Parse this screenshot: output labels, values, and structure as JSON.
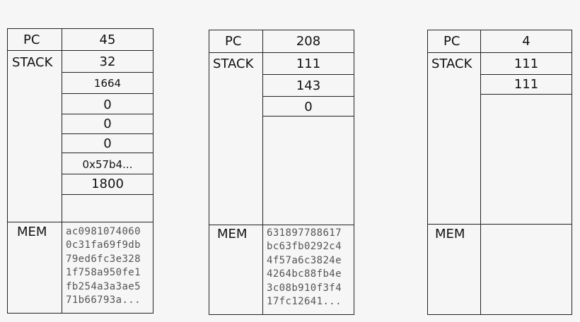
{
  "labels": {
    "pc": "PC",
    "stack": "STACK",
    "mem": "MEM"
  },
  "machines": [
    {
      "pc": "45",
      "stack": [
        "32",
        "1664",
        "0",
        "0",
        "0",
        "0x57b4...",
        "1800"
      ],
      "mem": [
        "ac0981074060",
        "0c31fa69f9db",
        "79ed6fc3e328",
        "1f758a950fe1",
        "fb254a3a3ae5",
        "71b66793a..."
      ]
    },
    {
      "pc": "208",
      "stack": [
        "111",
        "143",
        "0"
      ],
      "mem": [
        "631897788617",
        "bc63fb0292c4",
        "4f57a6c3824e",
        "4264bc88fb4e",
        "3c08b910f3f4",
        "17fc12641..."
      ]
    },
    {
      "pc": "4",
      "stack": [
        "111",
        "111"
      ],
      "mem": []
    }
  ]
}
